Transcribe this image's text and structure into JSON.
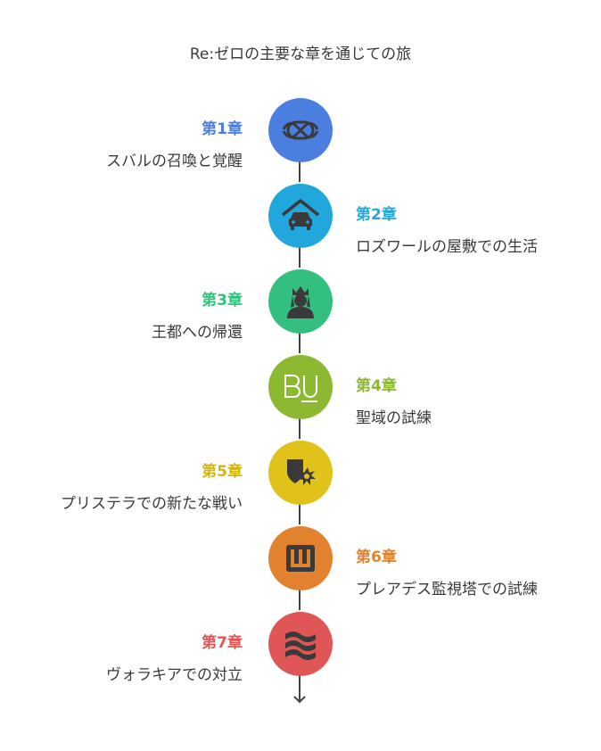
{
  "title": "Re:ゼロの主要な章を通じての旅",
  "chapters": [
    {
      "label": "第1章",
      "description": "スバルの召喚と覚醒",
      "color": "#4a7fe0",
      "icon": "link-icon",
      "side": "left"
    },
    {
      "label": "第2章",
      "description": "ロズワールの屋敷での生活",
      "color": "#22a7dd",
      "icon": "garage-car-icon",
      "side": "right"
    },
    {
      "label": "第3章",
      "description": "王都への帰還",
      "color": "#33c07e",
      "icon": "crowned-figure-icon",
      "side": "left"
    },
    {
      "label": "第4章",
      "description": "聖域の試練",
      "color": "#8db832",
      "icon": "bu-logo-icon",
      "side": "right"
    },
    {
      "label": "第5章",
      "description": "プリステラでの新たな戦い",
      "color": "#e0c21a",
      "icon": "shield-burst-icon",
      "side": "left"
    },
    {
      "label": "第6章",
      "description": "プレアデス監視塔での試練",
      "color": "#e2812e",
      "icon": "tower-icon",
      "side": "right"
    },
    {
      "label": "第7章",
      "description": "ヴォラキアでの対立",
      "color": "#e05656",
      "icon": "waves-icon",
      "side": "left"
    }
  ]
}
